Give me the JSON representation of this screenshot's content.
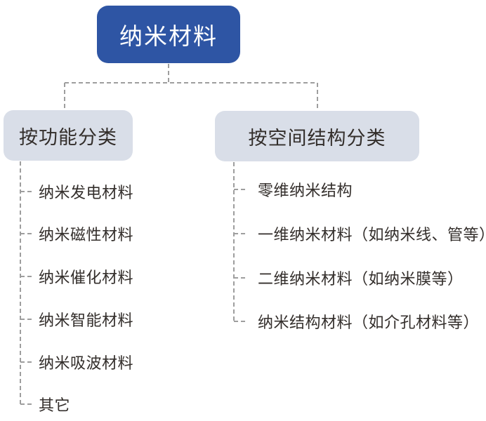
{
  "root": {
    "label": "纳米材料"
  },
  "branches": [
    {
      "label": "按功能分类",
      "items": [
        "纳米发电材料",
        "纳米磁性材料",
        "纳米催化材料",
        "纳米智能材料",
        "纳米吸波材料",
        "其它"
      ]
    },
    {
      "label": "按空间结构分类",
      "items": [
        "零维纳米结构",
        "一维纳米材料（如纳米线、管等）",
        "二维纳米材料（如纳米膜等）",
        "纳米结构材料（如介孔材料等）"
      ]
    }
  ],
  "colors": {
    "root_box": "#2E55A4",
    "root_text": "#FFFFFF",
    "branch_box": "#D9DEE8",
    "text": "#332E2B",
    "connector": "#9E9E9E",
    "background": "#FFFFFF"
  }
}
